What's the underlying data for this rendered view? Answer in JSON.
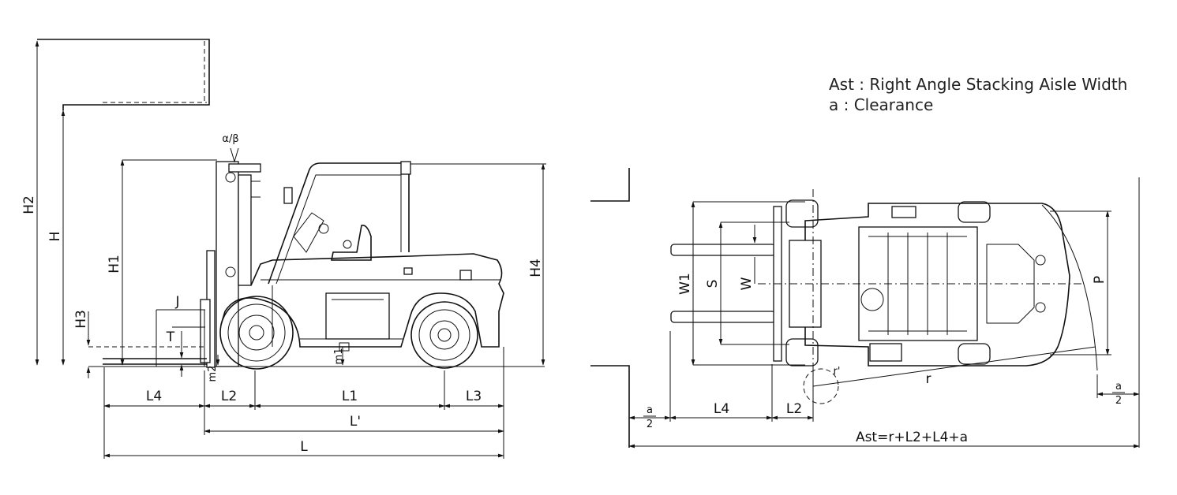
{
  "legend": {
    "ast": "Ast : Right Angle Stacking Aisle Width",
    "a": "a : Clearance"
  },
  "side_view": {
    "labels": {
      "h2": "H2",
      "h": "H",
      "h1": "H1",
      "h3": "H3",
      "h4": "H4",
      "j": "J",
      "t": "T",
      "m1": "m1",
      "m2": "m2",
      "alpha_beta": "α/β",
      "l4": "L4",
      "l2": "L2",
      "l1": "L1",
      "l3": "L3",
      "l_prime": "L'",
      "l": "L"
    }
  },
  "top_view": {
    "labels": {
      "w1": "W1",
      "s": "S",
      "w": "W",
      "p": "P",
      "r": "r",
      "r_prime": "r'",
      "l4": "L4",
      "l2": "L2",
      "a_num": "a",
      "a_den": "2",
      "ast_formula": "Ast=r+L2+L4+a"
    }
  },
  "colors": {
    "line": "#111111",
    "background": "#ffffff"
  }
}
